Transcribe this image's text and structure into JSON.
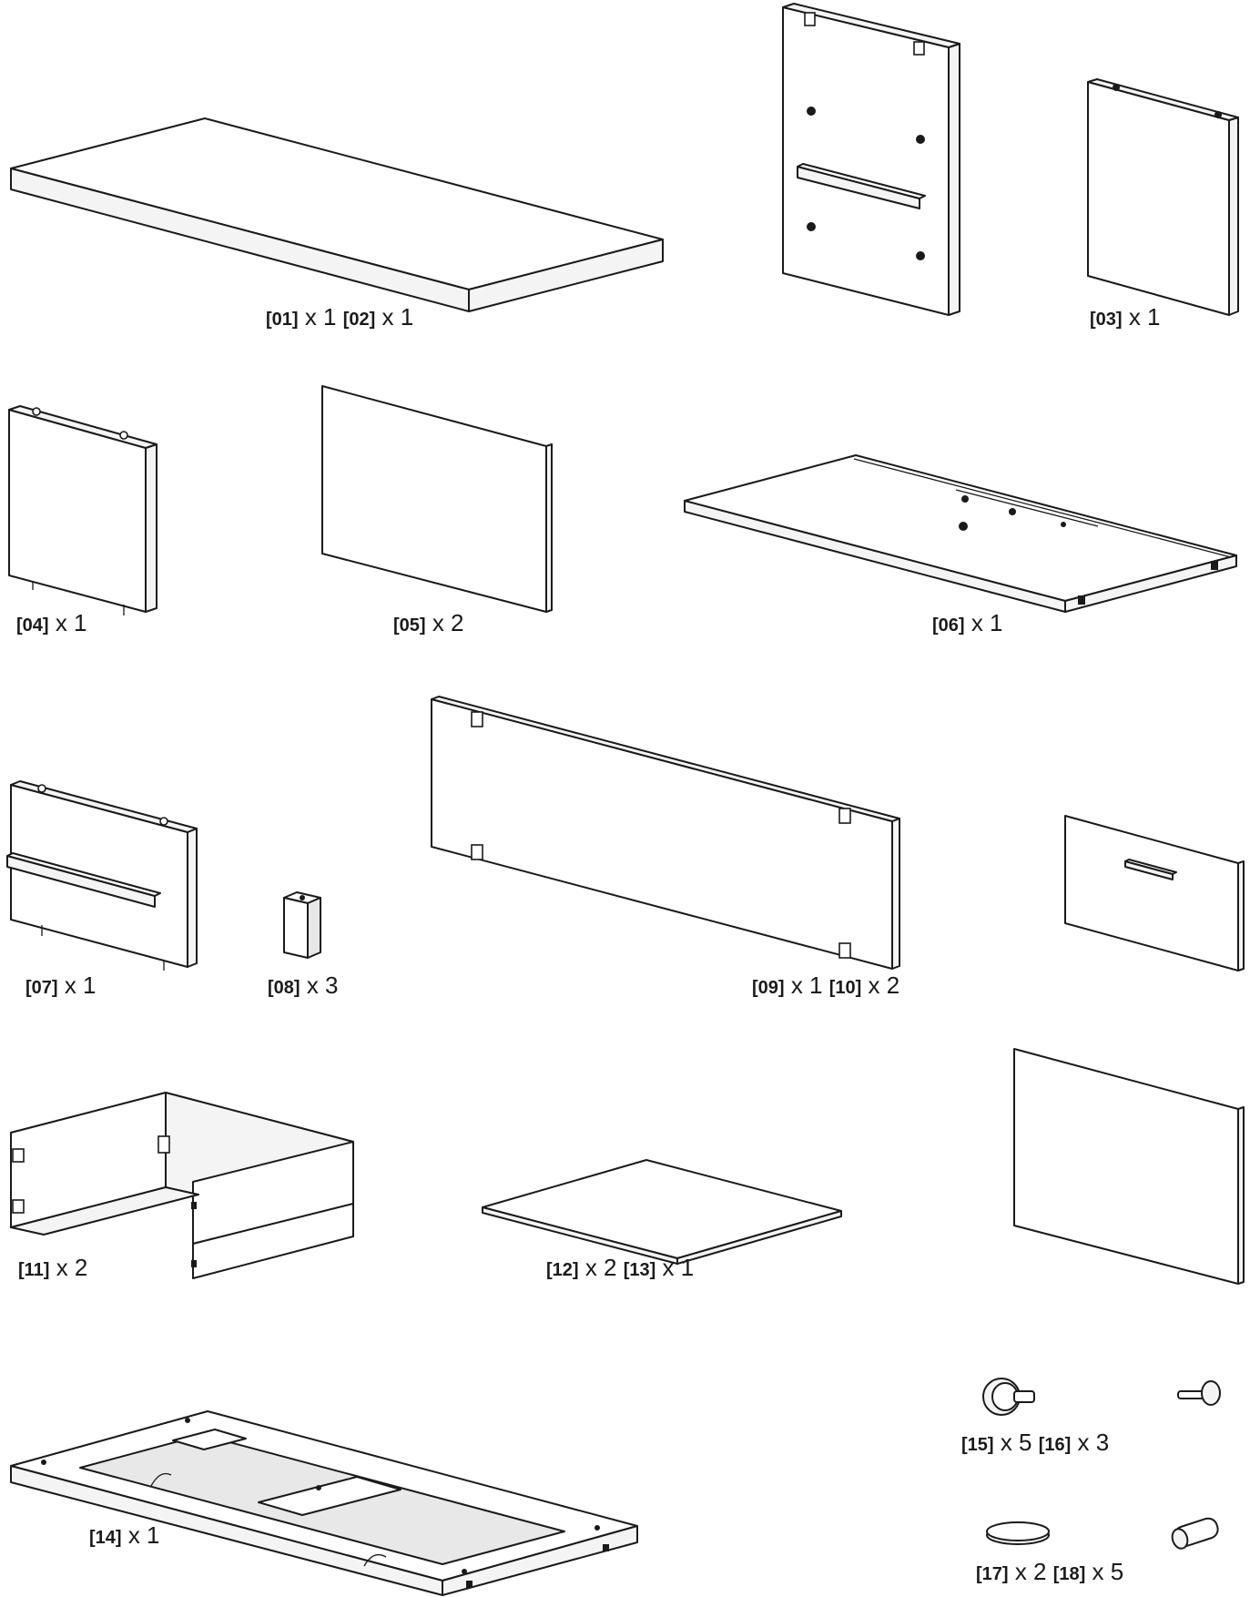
{
  "parts": [
    {
      "code": "[01]",
      "qty": "x 1"
    },
    {
      "code": "[02]",
      "qty": "x 1"
    },
    {
      "code": "[03]",
      "qty": "x 1"
    },
    {
      "code": "[04]",
      "qty": "x 1"
    },
    {
      "code": "[05]",
      "qty": "x 2"
    },
    {
      "code": "[06]",
      "qty": "x 1"
    },
    {
      "code": "[07]",
      "qty": "x 1"
    },
    {
      "code": "[08]",
      "qty": "x 3"
    },
    {
      "code": "[09]",
      "qty": "x 1"
    },
    {
      "code": "[10]",
      "qty": "x 2"
    },
    {
      "code": "[11]",
      "qty": "x 2"
    },
    {
      "code": "[12]",
      "qty": "x 2"
    },
    {
      "code": "[13]",
      "qty": "x 1"
    },
    {
      "code": "[14]",
      "qty": "x 1"
    },
    {
      "code": "[15]",
      "qty": "x 5"
    },
    {
      "code": "[16]",
      "qty": "x 3"
    },
    {
      "code": "[17]",
      "qty": "x 2"
    },
    {
      "code": "[18]",
      "qty": "x 5"
    }
  ]
}
